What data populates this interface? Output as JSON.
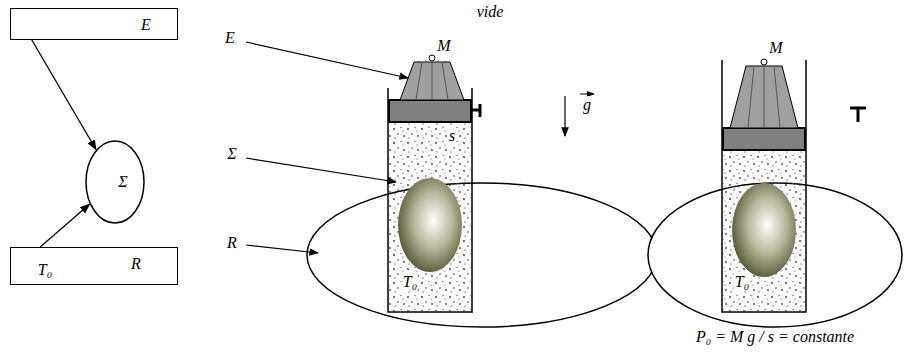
{
  "diagram": {
    "nodes": [
      {
        "text": [
          "E"
        ]
      },
      {
        "text": [
          "Σ"
        ]
      },
      {
        "text": [
          "T₀",
          "R"
        ]
      }
    ],
    "edges": [
      {
        "from": 0,
        "to": 1,
        "arrow": "to"
      },
      {
        "from": 2,
        "to": 1,
        "arrow": "to"
      }
    ],
    "labels": [
      "vide",
      "E",
      "M",
      "Σ",
      "s",
      "R",
      "T₀",
      "M",
      "T₀",
      "P₀ = M g / s = constante",
      "g"
    ]
  }
}
